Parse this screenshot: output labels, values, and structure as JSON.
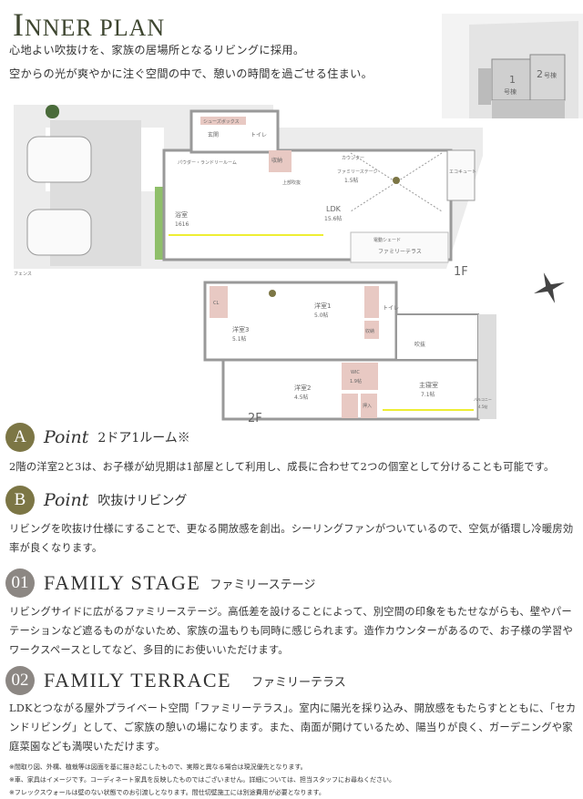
{
  "header": {
    "title_first": "I",
    "title_rest": "NNER PLAN",
    "lead_1": "心地よい吹抜けを、家族の居場所となるリビングに採用。",
    "lead_2": "空からの光が爽やかに注ぐ空間の中で、憩いの時間を過ごせる住まい。"
  },
  "site_map": {
    "lot1": "1",
    "lot1_label": "号棟",
    "lot2": "2",
    "lot2_label": "号棟"
  },
  "plan_1f": {
    "floor": "1F",
    "rooms": {
      "genkan": "玄関",
      "shoes": "シューズボックス",
      "toilet": "トイレ",
      "storage": "収納",
      "powder": "パウダー・ランドリールーム",
      "bath": "浴室",
      "bath_size": "1616",
      "stairs": "上部吹抜",
      "family_stage": "ファミリーステージ",
      "family_stage_size": "1.5帖",
      "counter": "カウンター",
      "ldk": "LDK",
      "ldk_size": "15.6帖",
      "terrace": "ファミリーテラス",
      "awning": "電動シェード",
      "ecocute": "エコキュート",
      "fence": "フェンス"
    }
  },
  "plan_2f": {
    "floor": "2F",
    "rooms": {
      "r1": "洋室1",
      "r1_size": "5.0帖",
      "r3": "洋室3",
      "r3_size": "5.1帖",
      "r2": "洋室2",
      "r2_size": "4.5帖",
      "master": "主寝室",
      "master_size": "7.1帖",
      "wic": "WIC",
      "wic_size": "1.9帖",
      "cl": "CL",
      "toilet": "トイレ",
      "storage": "収納",
      "void": "吹抜",
      "closet": "押入",
      "balcony": "バルコニー",
      "balcony_size": "4.5帖"
    }
  },
  "point_a": {
    "badge": "A",
    "word": "Point",
    "title": "2ドア1ルーム※",
    "body": "2階の洋室2と3は、お子様が幼児期は1部屋として利用し、成長に合わせて2つの個室として分けることも可能です。"
  },
  "point_b": {
    "badge": "B",
    "word": "Point",
    "title": "吹抜けリビング",
    "body": "リビングを吹抜け仕様にすることで、更なる開放感を創出。シーリングファンがついているので、空気が循環し冷暖房効率が良くなります。"
  },
  "section_01": {
    "number": "01",
    "title": "FAMILY STAGE",
    "subtitle": "ファミリーステージ",
    "body": "リビングサイドに広がるファミリーステージ。高低差を設けることによって、別空間の印象をもたせながらも、壁やパーテーションなど遮るものがないため、家族の温もりも同時に感じられます。造作カウンターがあるので、お子様の学習やワークスペースとしてなど、多目的にお使いいただけます。"
  },
  "section_02": {
    "number": "02",
    "title": "FAMILY TERRACE",
    "subtitle": "ファミリーテラス",
    "body": "LDKとつながる屋外プライベート空間「ファミリーテラス」。室内に陽光を採り込み、開放感をもたらすとともに、「セカンドリビング」として、ご家族の憩いの場になります。また、南面が開けているため、陽当りが良く、ガーデニングや家庭菜園なども満喫いただけます。"
  },
  "notes": [
    "※間取り図、外構、植栽等は図面を基に描き起こしたもので、実際と異なる場合は現況優先となります。",
    "※車、家具はイメージです。コーディネート家具を反映したものではございません。詳細については、担当スタッフにお尋ねください。",
    "※フレックスウォールは壁のない状態でのお引渡しとなります。間仕切壁施工には別途費用が必要となります。"
  ],
  "colors": {
    "title": "#3e4630",
    "olive": "#7c7645",
    "gray": "#8c8783",
    "pink": "#e8c9c3",
    "green": "#8fbf6a"
  }
}
